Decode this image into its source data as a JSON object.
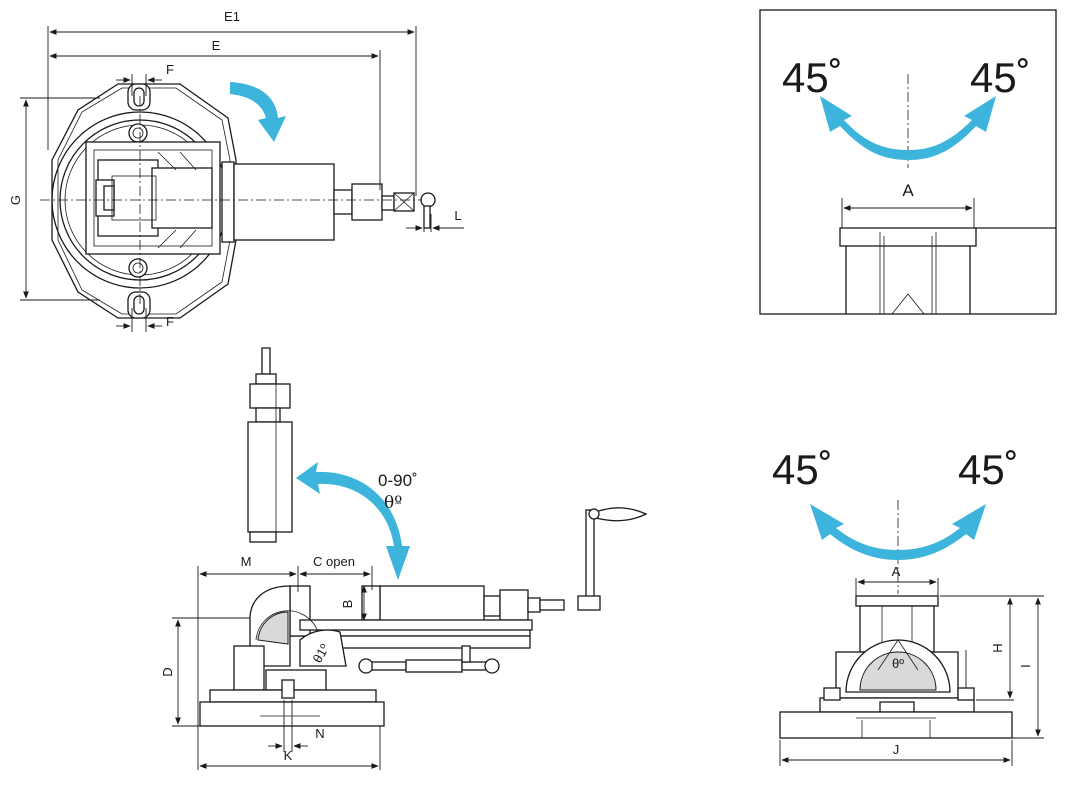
{
  "top_view": {
    "E1": "E1",
    "E": "E",
    "F_top": "F",
    "F_bottom": "F",
    "G": "G",
    "L": "L"
  },
  "inset": {
    "angle_left": "45˚",
    "angle_right": "45˚",
    "A": "A"
  },
  "side_view": {
    "swivel_range": "0-90˚",
    "theta": "θº",
    "M": "M",
    "C_open": "C open",
    "B": "B",
    "D": "D",
    "K": "K",
    "N": "N",
    "theta1": "θ1º"
  },
  "front_view": {
    "angle_left": "45˚",
    "angle_right": "45˚",
    "A": "A",
    "H": "H",
    "I": "I",
    "J": "J",
    "theta": "θº"
  },
  "colors": {
    "arrow_blue": "#3cb4dc",
    "line": "#1a1a1a"
  }
}
